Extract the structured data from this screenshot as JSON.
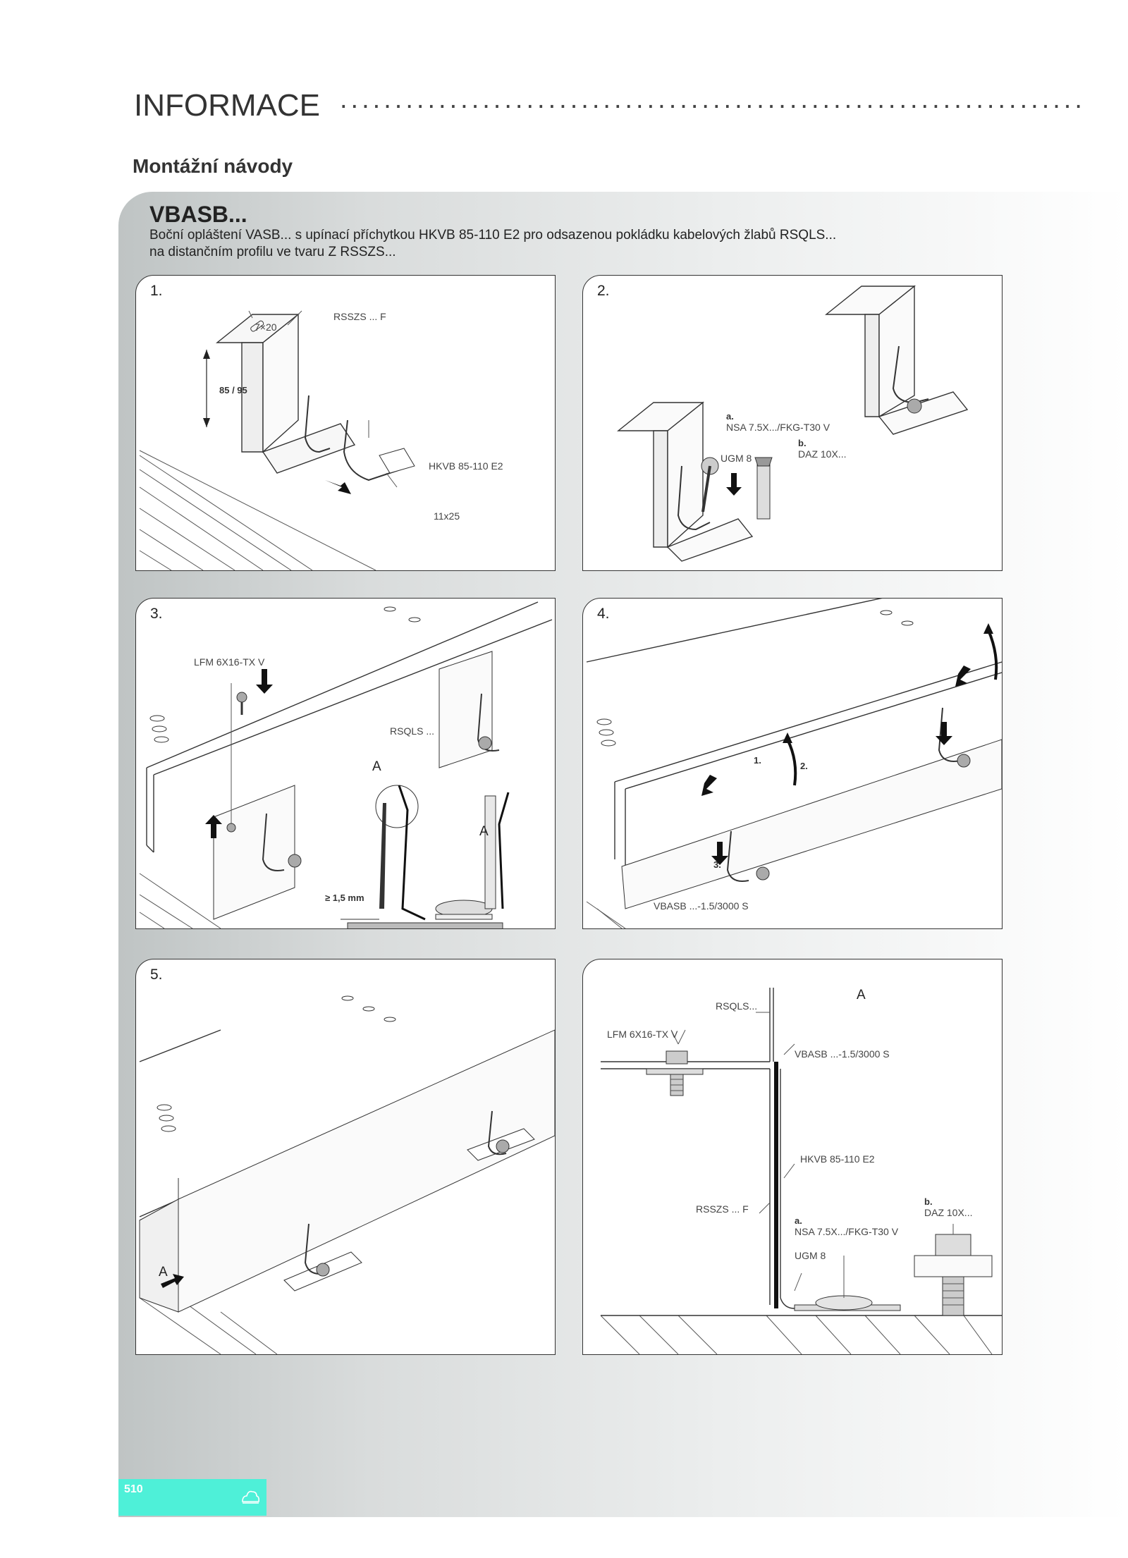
{
  "header": {
    "title": "INFORMACE",
    "dots": "........................................................................................................."
  },
  "section": {
    "title": "Montážní návody"
  },
  "product": {
    "name": "VBASB...",
    "description_line1": "Boční opláštení VASB... s upínací příchytkou HKVB 85-110 E2 pro odsazenou pokládku kabelových žlabů RSQLS...",
    "description_line2": "na distančním profilu ve tvaru Z RSSZS..."
  },
  "steps": [
    {
      "number": "1.",
      "labels": {
        "hole": "7×20",
        "profile": "RSSZS ... F",
        "height": "85 / 95",
        "clip": "HKVB 85-110 E2",
        "slot": "11x25"
      }
    },
    {
      "number": "2.",
      "labels": {
        "a_tag": "a.",
        "a_text": "NSA 7.5X.../FKG-T30 V",
        "b_tag": "b.",
        "b_text": "DAZ 10X...",
        "washer": "UGM 8"
      }
    },
    {
      "number": "3.",
      "labels": {
        "screw": "LFM 6X16-TX V",
        "tray": "RSQLS ...",
        "detail_a": "A",
        "detail_a2": "A",
        "gap": "≥ 1,5 mm"
      }
    },
    {
      "number": "4.",
      "labels": {
        "s1": "1.",
        "s2": "2.",
        "s3": "3.",
        "cover": "VBASB ...-1.5/3000 S"
      }
    },
    {
      "number": "5.",
      "labels": {
        "view_a": "A"
      }
    },
    {
      "number": "",
      "labels": {
        "detail": "A",
        "tray": "RSQLS...",
        "screw": "LFM 6X16-TX V",
        "cover": "VBASB ...-1.5/3000 S",
        "clip": "HKVB 85-110 E2",
        "profile": "RSSZS ... F",
        "b_tag": "b.",
        "b_text": "DAZ 10X...",
        "a_tag": "a.",
        "a_text": "NSA 7.5X.../FKG-T30 V",
        "washer": "UGM 8"
      }
    }
  ],
  "footer": {
    "page_number": "510",
    "icon": "cloud-logo-icon"
  },
  "colors": {
    "accent": "#4ef0d8",
    "panel_gray": "#c4c8c8",
    "line": "#333333"
  }
}
